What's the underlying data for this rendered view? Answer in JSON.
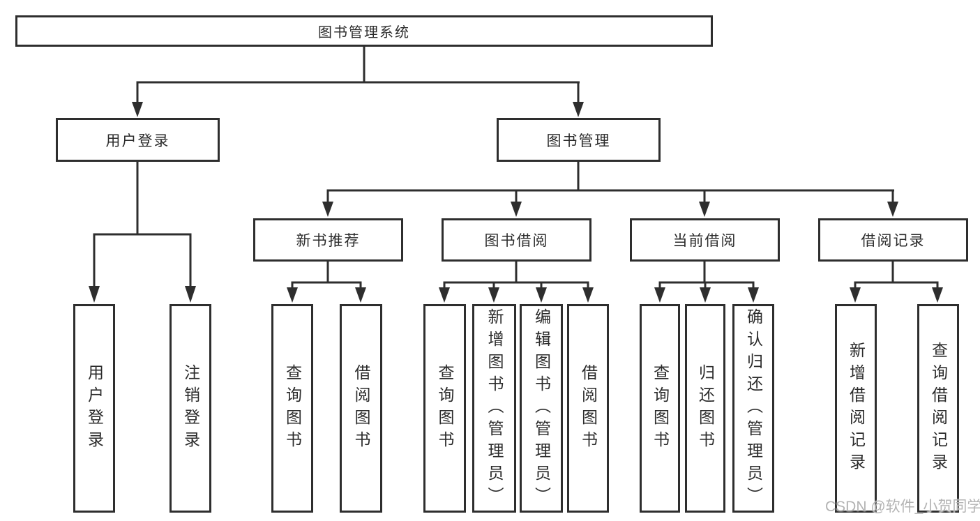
{
  "diagram": {
    "root_label": "图书管理系统",
    "level2": {
      "user_login": "用户登录",
      "book_mgmt": "图书管理"
    },
    "level3": {
      "new_books": "新书推荐",
      "book_borrow": "图书借阅",
      "current_borrow": "当前借阅",
      "borrow_records": "借阅记录"
    },
    "leaves": {
      "user_login": [
        "用户登录",
        "注销登录"
      ],
      "new_books": [
        "查询图书",
        "借阅图书"
      ],
      "book_borrow": [
        "查询图书",
        "新增图书（管理员）",
        "编辑图书（管理员）",
        "借阅图书"
      ],
      "current_borrow": [
        "查询图书",
        "归还图书",
        "确认归还（管理员）"
      ],
      "borrow_records": [
        "新增借阅记录",
        "查询借阅记录"
      ]
    },
    "watermark": "CSDN @软件_小贺同学",
    "colors": {
      "line": "#2e2e2e",
      "text": "#2b2b2b",
      "watermark": "#b3b3b3"
    }
  }
}
